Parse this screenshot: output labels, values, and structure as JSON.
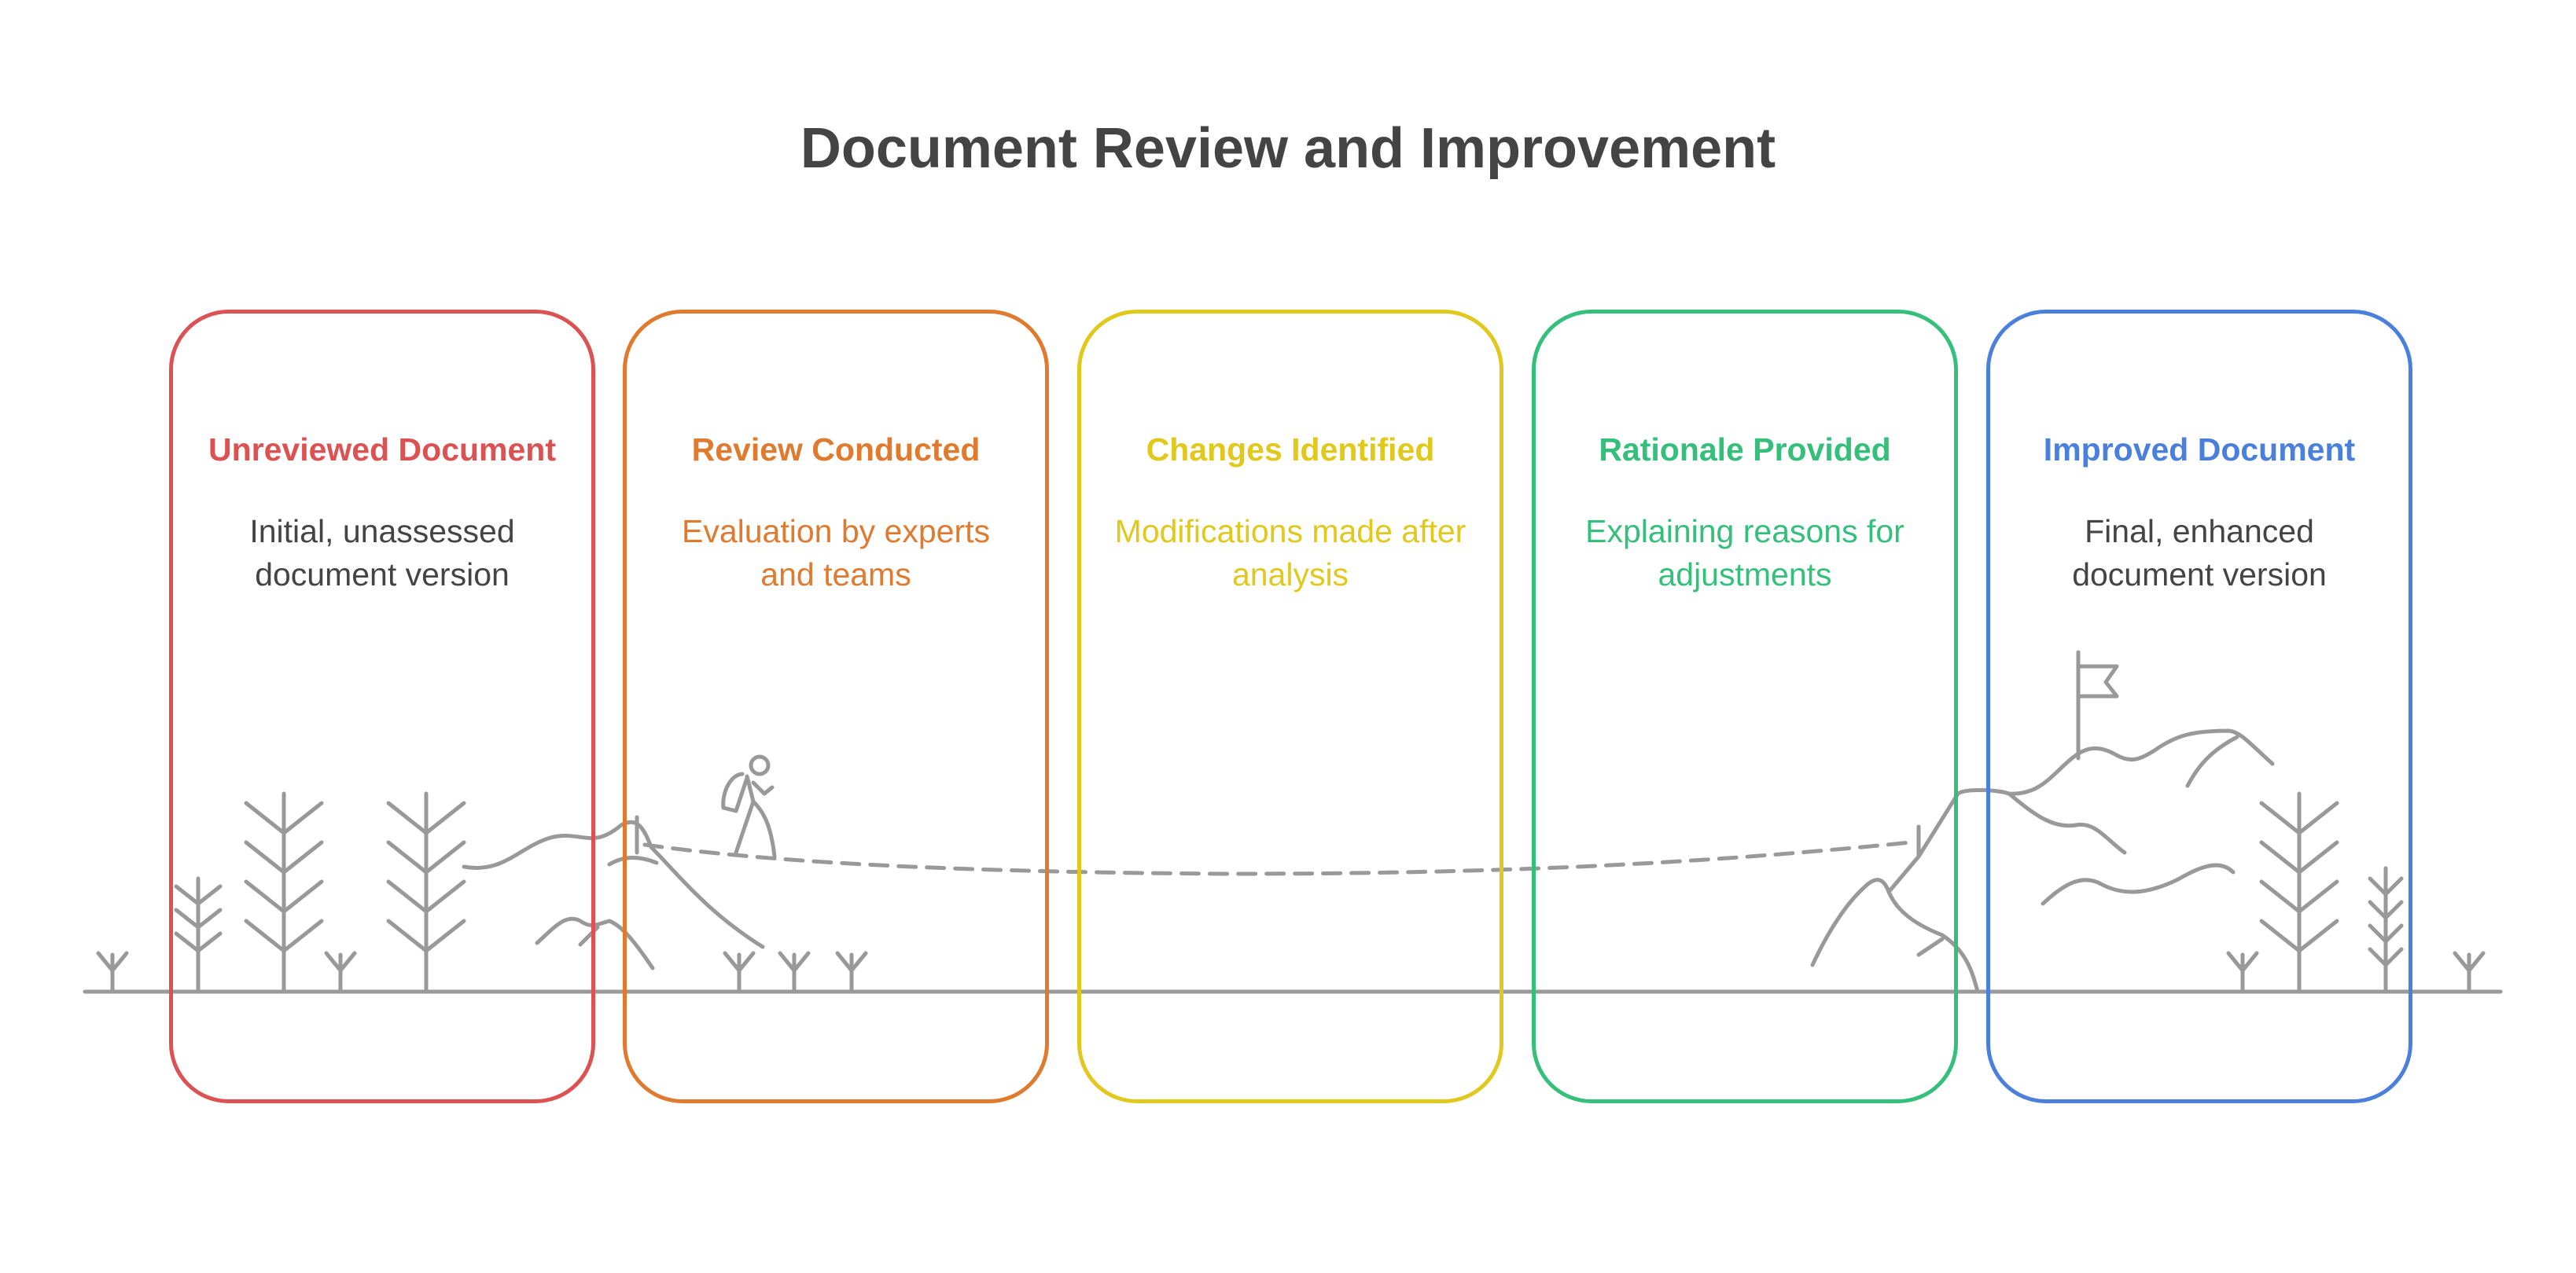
{
  "title": "Document Review and Improvement",
  "colors": {
    "line": "#999999",
    "title_text": "#444444"
  },
  "stages": [
    {
      "title": "Unreviewed Document",
      "description": "Initial, unassessed document version",
      "color": "#dc5252"
    },
    {
      "title": "Review Conducted",
      "description": "Evaluation by experts and teams",
      "color": "#df7a2f"
    },
    {
      "title": "Changes Identified",
      "description": "Modifications made after analysis",
      "color": "#e0c81c"
    },
    {
      "title": "Rationale Provided",
      "description": "Explaining reasons for adjustments",
      "color": "#34bf7a"
    },
    {
      "title": "Improved Document",
      "description": "Final, enhanced document version",
      "color": "#4a80db"
    }
  ],
  "icons": {
    "hiker": "hiker-icon",
    "flag": "flag-icon",
    "trees": "pine-tree-icon",
    "mountains": "mountain-icon"
  }
}
